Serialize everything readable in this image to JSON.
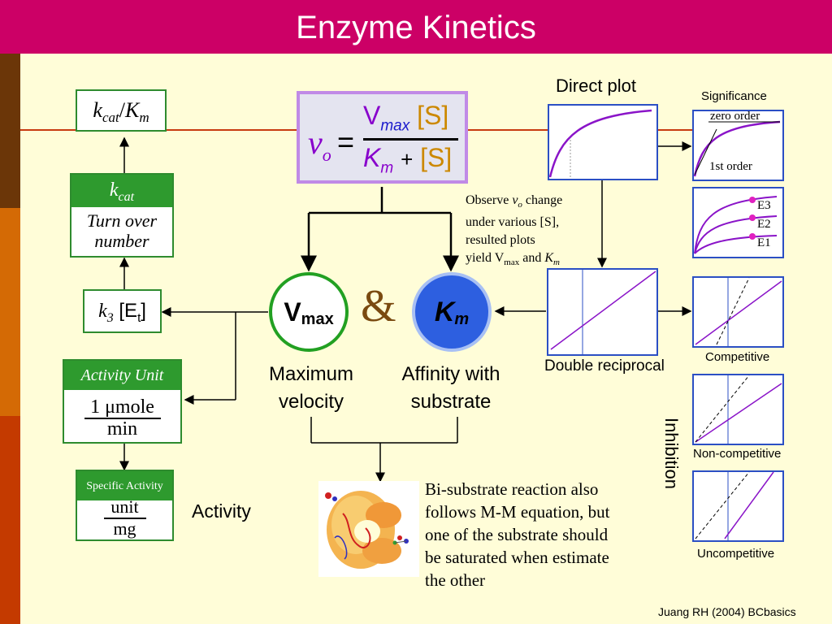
{
  "title": "Enzyme Kinetics",
  "colors": {
    "header": "#cc0066",
    "background": "#fffdd8",
    "stripes": [
      "#6b3608",
      "#d46a05",
      "#c43a00"
    ],
    "green": "#2e8b2e",
    "blue_plot": "#2b4fc4",
    "purple_curve": "#8a14c8",
    "equation_purple": "#8800cc",
    "equation_orange": "#cc8800",
    "equation_blue": "#1a1acc",
    "ampersand": "#7a4a10",
    "line_red": "#c83a10"
  },
  "left_column": {
    "kcat_km": {
      "k": "k",
      "cat": "cat",
      "slash": "/",
      "K": "K",
      "m": "m"
    },
    "kcat_box": {
      "k": "k",
      "cat": "cat",
      "line1": "Turn over",
      "line2": "number"
    },
    "k3_box": {
      "k": "k",
      "sub3": "3",
      "E": "[E",
      "t": "t",
      "close": "]"
    },
    "activity_unit": {
      "header": "Activity Unit",
      "numerator": "1 μmole",
      "denominator": "min"
    },
    "specific_activity": {
      "header": "Specific Activity",
      "numerator": "unit",
      "denominator": "mg"
    },
    "activity_label": "Activity"
  },
  "equation": {
    "v": "v",
    "o": "o",
    "equals": "=",
    "Vmax_V": "V",
    "Vmax_sub": "max",
    "S_top": "[S]",
    "K": "K",
    "m": "m",
    "plus": "+",
    "S_bottom": "[S]"
  },
  "center": {
    "vmax_V": "V",
    "vmax_sub": "max",
    "ampersand": "&",
    "km_K": "K",
    "km_m": "m",
    "vmax_label_line1": "Maximum",
    "vmax_label_line2": "velocity",
    "km_label_line1": "Affinity with",
    "km_label_line2": "substrate"
  },
  "observe_note": {
    "line1_a": "Observe ",
    "line1_v": "v",
    "line1_o": "o",
    "line1_b": " change",
    "line2": "under various [S],",
    "line3": "resulted plots",
    "line4_a": "yield V",
    "line4_max": "max",
    "line4_b": " and ",
    "line4_K": "K",
    "line4_m": "m"
  },
  "plots": {
    "direct_plot_title": "Direct plot",
    "double_reciprocal_label": "Double reciprocal",
    "significance_title": "Significance",
    "zero_order": "zero order",
    "first_order": "1st order",
    "e3": "E3",
    "e2": "E2",
    "e1": "E1",
    "competitive": "Competitive",
    "non_competitive": "Non-competitive",
    "uncompetitive": "Uncompetitive",
    "inhibition": "Inhibition"
  },
  "bisubstrate": {
    "line1": "Bi-substrate reaction also",
    "line2": "follows M-M equation, but",
    "line3": "one of the substrate should",
    "line4": "be saturated when estimate",
    "line5": "the other"
  },
  "credit": "Juang RH (2004) BCbasics",
  "icons": {
    "enzyme_image": "enzyme-structure-icon"
  }
}
